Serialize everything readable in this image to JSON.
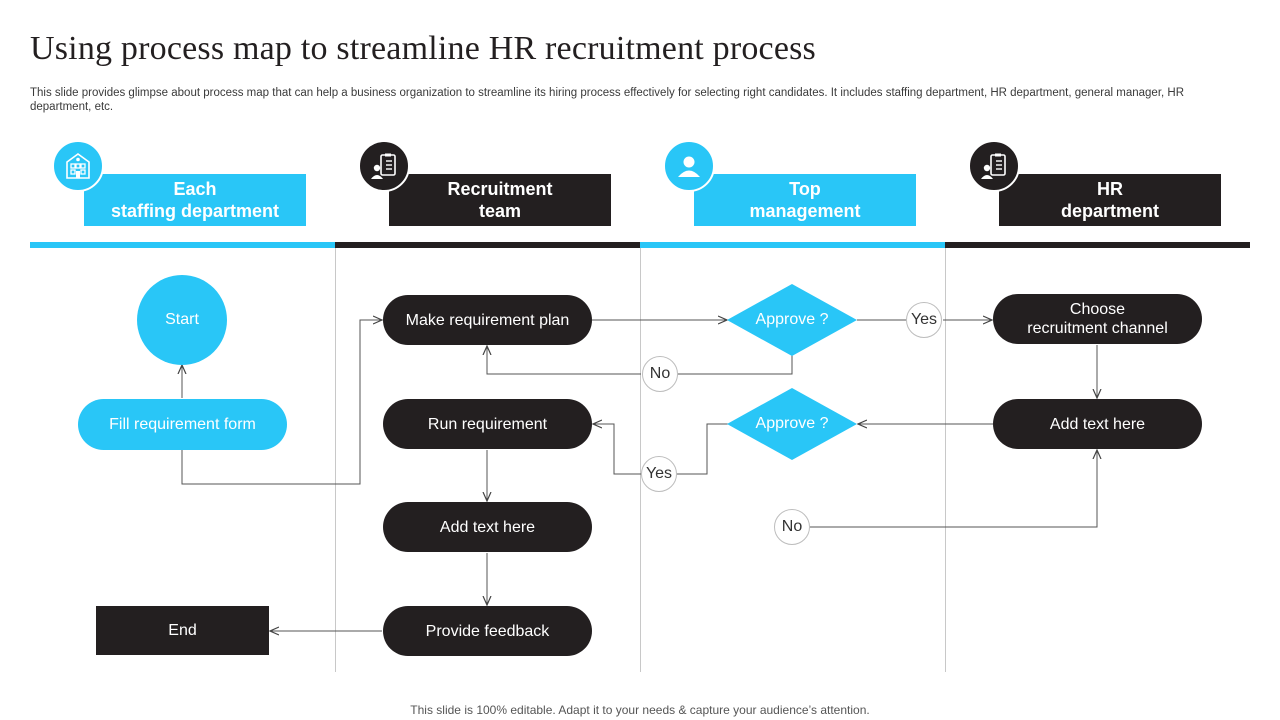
{
  "header": {
    "title": "Using process map to streamline HR recruitment process",
    "subtitle": "This slide provides glimpse about process map that can help a business organization to streamline its hiring process effectively for selecting right candidates. It includes staffing department, HR department, general manager, HR department, etc."
  },
  "colors": {
    "accent": "#29c6f7",
    "dark": "#231f20"
  },
  "lanes": [
    {
      "label": "Each\nstaffing department",
      "icon": "building-icon",
      "style": "blue"
    },
    {
      "label": "Recruitment\nteam",
      "icon": "clipboard-person-icon",
      "style": "dark"
    },
    {
      "label": "Top\nmanagement",
      "icon": "user-icon",
      "style": "blue"
    },
    {
      "label": "HR\ndepartment",
      "icon": "clipboard-person-icon",
      "style": "dark"
    }
  ],
  "nodes": {
    "start": "Start",
    "fill_form": "Fill requirement form",
    "make_plan": "Make requirement plan",
    "run_req": "Run requirement",
    "add_text_1": "Add text here",
    "provide_feedback": "Provide feedback",
    "end": "End",
    "approve_1": "Approve ?",
    "approve_2": "Approve ?",
    "choose_channel": "Choose\nrecruitment channel",
    "add_text_2": "Add text here"
  },
  "decisions": {
    "yes_1": "Yes",
    "no_1": "No",
    "yes_2": "Yes",
    "no_2": "No"
  },
  "footer": "This slide is 100% editable. Adapt it to your needs & capture your audience’s attention."
}
